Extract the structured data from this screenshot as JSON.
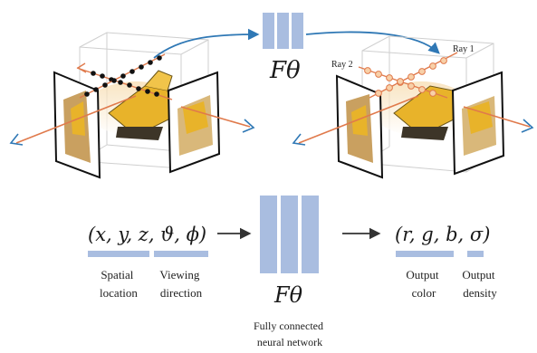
{
  "top": {
    "network_label": "Fθ",
    "ray_1_label": "Ray 1",
    "ray_2_label": "Ray 2"
  },
  "bottom": {
    "input_tuple": "(x, y, z, ϑ, ϕ)",
    "output_tuple": "(r, g, b, σ)",
    "network_label": "Fθ",
    "network_caption_line1": "Fully connected",
    "network_caption_line2": "neural network",
    "input_groups": [
      {
        "line1": "Spatial",
        "line2": "location"
      },
      {
        "line1": "Viewing",
        "line2": "direction"
      }
    ],
    "output_groups": [
      {
        "line1": "Output",
        "line2": "color"
      },
      {
        "line1": "Output",
        "line2": "density"
      }
    ]
  },
  "colors": {
    "block": "#a9bde0",
    "ray": "#e07a4c",
    "arrow_blue": "#2f78b5",
    "sample_dark": "#111111",
    "sample_light": "#f2a86e",
    "box_edge": "#cfcfcf",
    "bulldozer": "#e8b32a"
  },
  "icons": [
    "bulldozer-image",
    "camera-view-icon"
  ]
}
